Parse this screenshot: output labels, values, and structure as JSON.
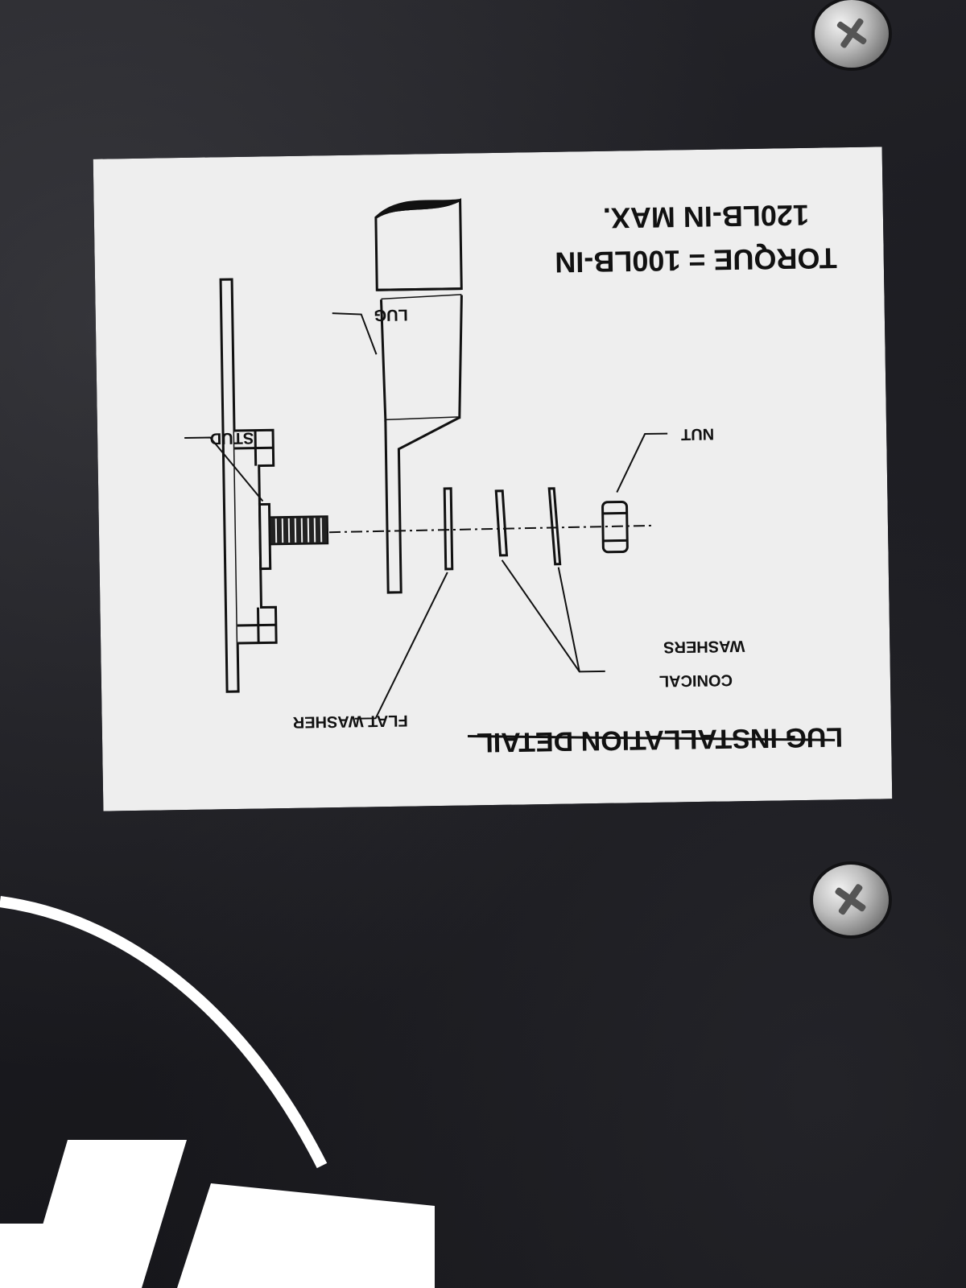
{
  "label": {
    "title": "LUG INSTALLATION DETAIL",
    "torque_line1": "TORQUE = 100LB-IN",
    "torque_line2": "120LB-IN MAX.",
    "callouts": {
      "lug": "LUG",
      "stud": "STUD",
      "nut": "NUT",
      "conical_line1": "CONICAL",
      "conical_line2": "WASHERS",
      "flat_washer": "FLAT WASHER"
    }
  },
  "colors": {
    "panel": "#1b1b20",
    "label_background": "#eeeeee",
    "ink": "#111111",
    "sticker": "#ffffff"
  },
  "icons": [
    "phillips-screw-icon",
    "phillips-screw-icon"
  ]
}
